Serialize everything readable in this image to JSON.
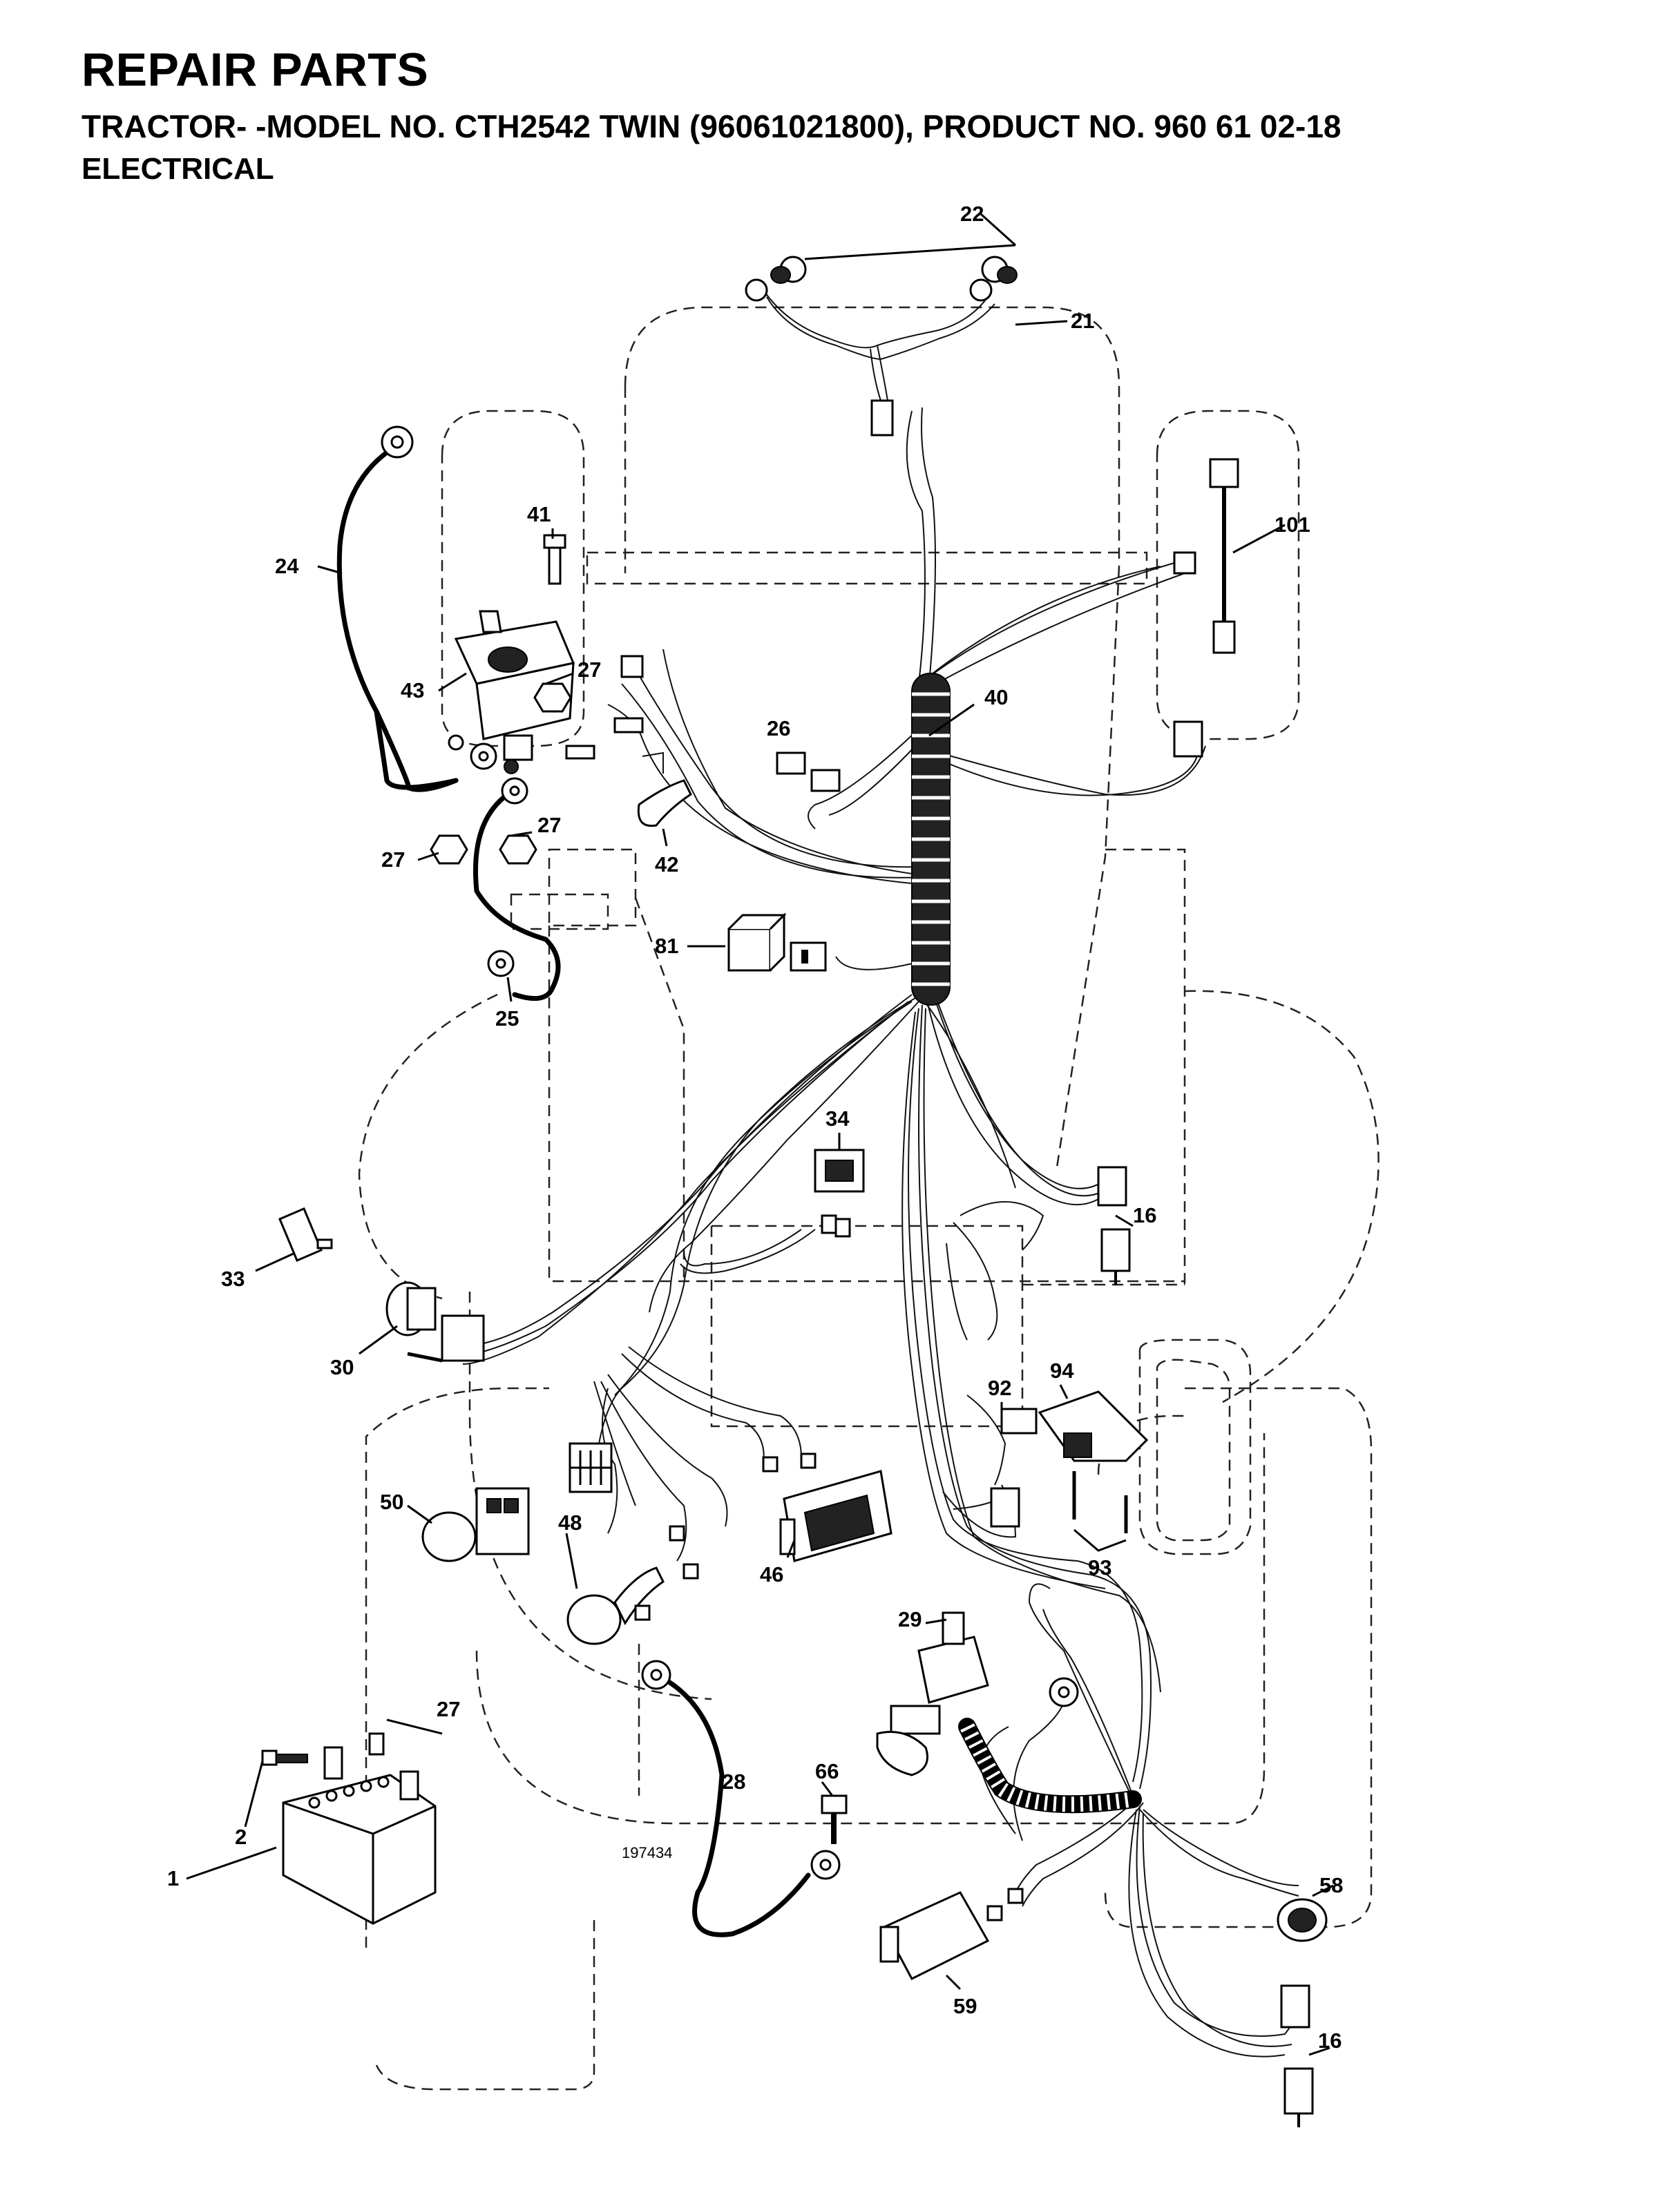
{
  "header": {
    "title": "REPAIR PARTS",
    "model_line": "TRACTOR- -MODEL NO. CTH2542 TWIN (96061021800), PRODUCT NO. 960 61 02-18",
    "section": "ELECTRICAL"
  },
  "figure_number": "197434",
  "callouts": [
    {
      "id": "c22",
      "text": "22"
    },
    {
      "id": "c21",
      "text": "21"
    },
    {
      "id": "c101",
      "text": "101"
    },
    {
      "id": "c41",
      "text": "41"
    },
    {
      "id": "c24",
      "text": "24"
    },
    {
      "id": "c43",
      "text": "43"
    },
    {
      "id": "c27a",
      "text": "27"
    },
    {
      "id": "c40",
      "text": "40"
    },
    {
      "id": "c26",
      "text": "26"
    },
    {
      "id": "c27b",
      "text": "27"
    },
    {
      "id": "c27c",
      "text": "27"
    },
    {
      "id": "c42",
      "text": "42"
    },
    {
      "id": "c81",
      "text": "81"
    },
    {
      "id": "c25",
      "text": "25"
    },
    {
      "id": "c34",
      "text": "34"
    },
    {
      "id": "c16a",
      "text": "16"
    },
    {
      "id": "c33",
      "text": "33"
    },
    {
      "id": "c30",
      "text": "30"
    },
    {
      "id": "c92",
      "text": "92"
    },
    {
      "id": "c94",
      "text": "94"
    },
    {
      "id": "c50",
      "text": "50"
    },
    {
      "id": "c48",
      "text": "48"
    },
    {
      "id": "c46",
      "text": "46"
    },
    {
      "id": "c93",
      "text": "93"
    },
    {
      "id": "c29",
      "text": "29"
    },
    {
      "id": "c27d",
      "text": "27"
    },
    {
      "id": "c66",
      "text": "66"
    },
    {
      "id": "c28",
      "text": "28"
    },
    {
      "id": "c2",
      "text": "2"
    },
    {
      "id": "c1",
      "text": "1"
    },
    {
      "id": "c58",
      "text": "58"
    },
    {
      "id": "c59",
      "text": "59"
    },
    {
      "id": "c16b",
      "text": "16"
    }
  ]
}
